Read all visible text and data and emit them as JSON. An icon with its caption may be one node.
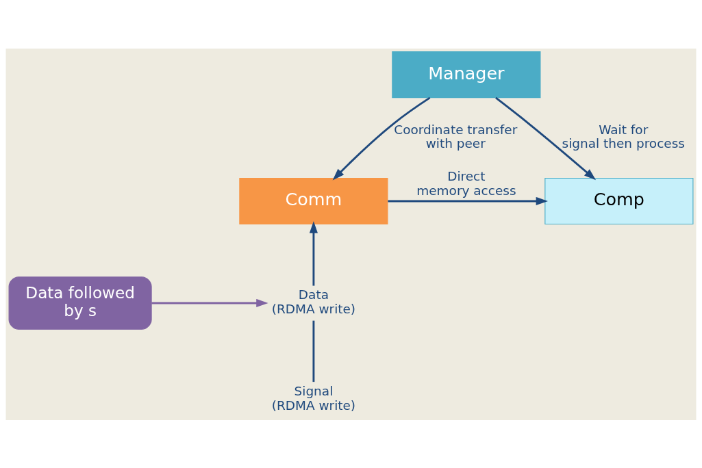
{
  "diagram": {
    "nodes": [
      {
        "text": [
          "Manager"
        ]
      },
      {
        "text": [
          "Comm"
        ]
      },
      {
        "text": [
          "Comp"
        ]
      },
      {
        "text": [
          "Data (RDMA write)"
        ]
      },
      {
        "text": [
          "Signal (RDMA write)"
        ]
      },
      {
        "text": [
          "Data followed by s"
        ]
      }
    ],
    "edges": [
      {
        "from": 0,
        "to": 1,
        "arrow": "to",
        "label": "Coordinate transfer with peer"
      },
      {
        "from": 0,
        "to": 2,
        "arrow": "to",
        "label": "Wait for signal then process"
      },
      {
        "from": 1,
        "to": 2,
        "arrow": "to",
        "label": "Direct memory access"
      },
      {
        "from": 3,
        "to": 1,
        "arrow": "to"
      },
      {
        "from": 4,
        "to": 3,
        "arrow": "none"
      },
      {
        "from": 5,
        "to": 3,
        "arrow": "to",
        "color": "#8064a2"
      }
    ]
  }
}
